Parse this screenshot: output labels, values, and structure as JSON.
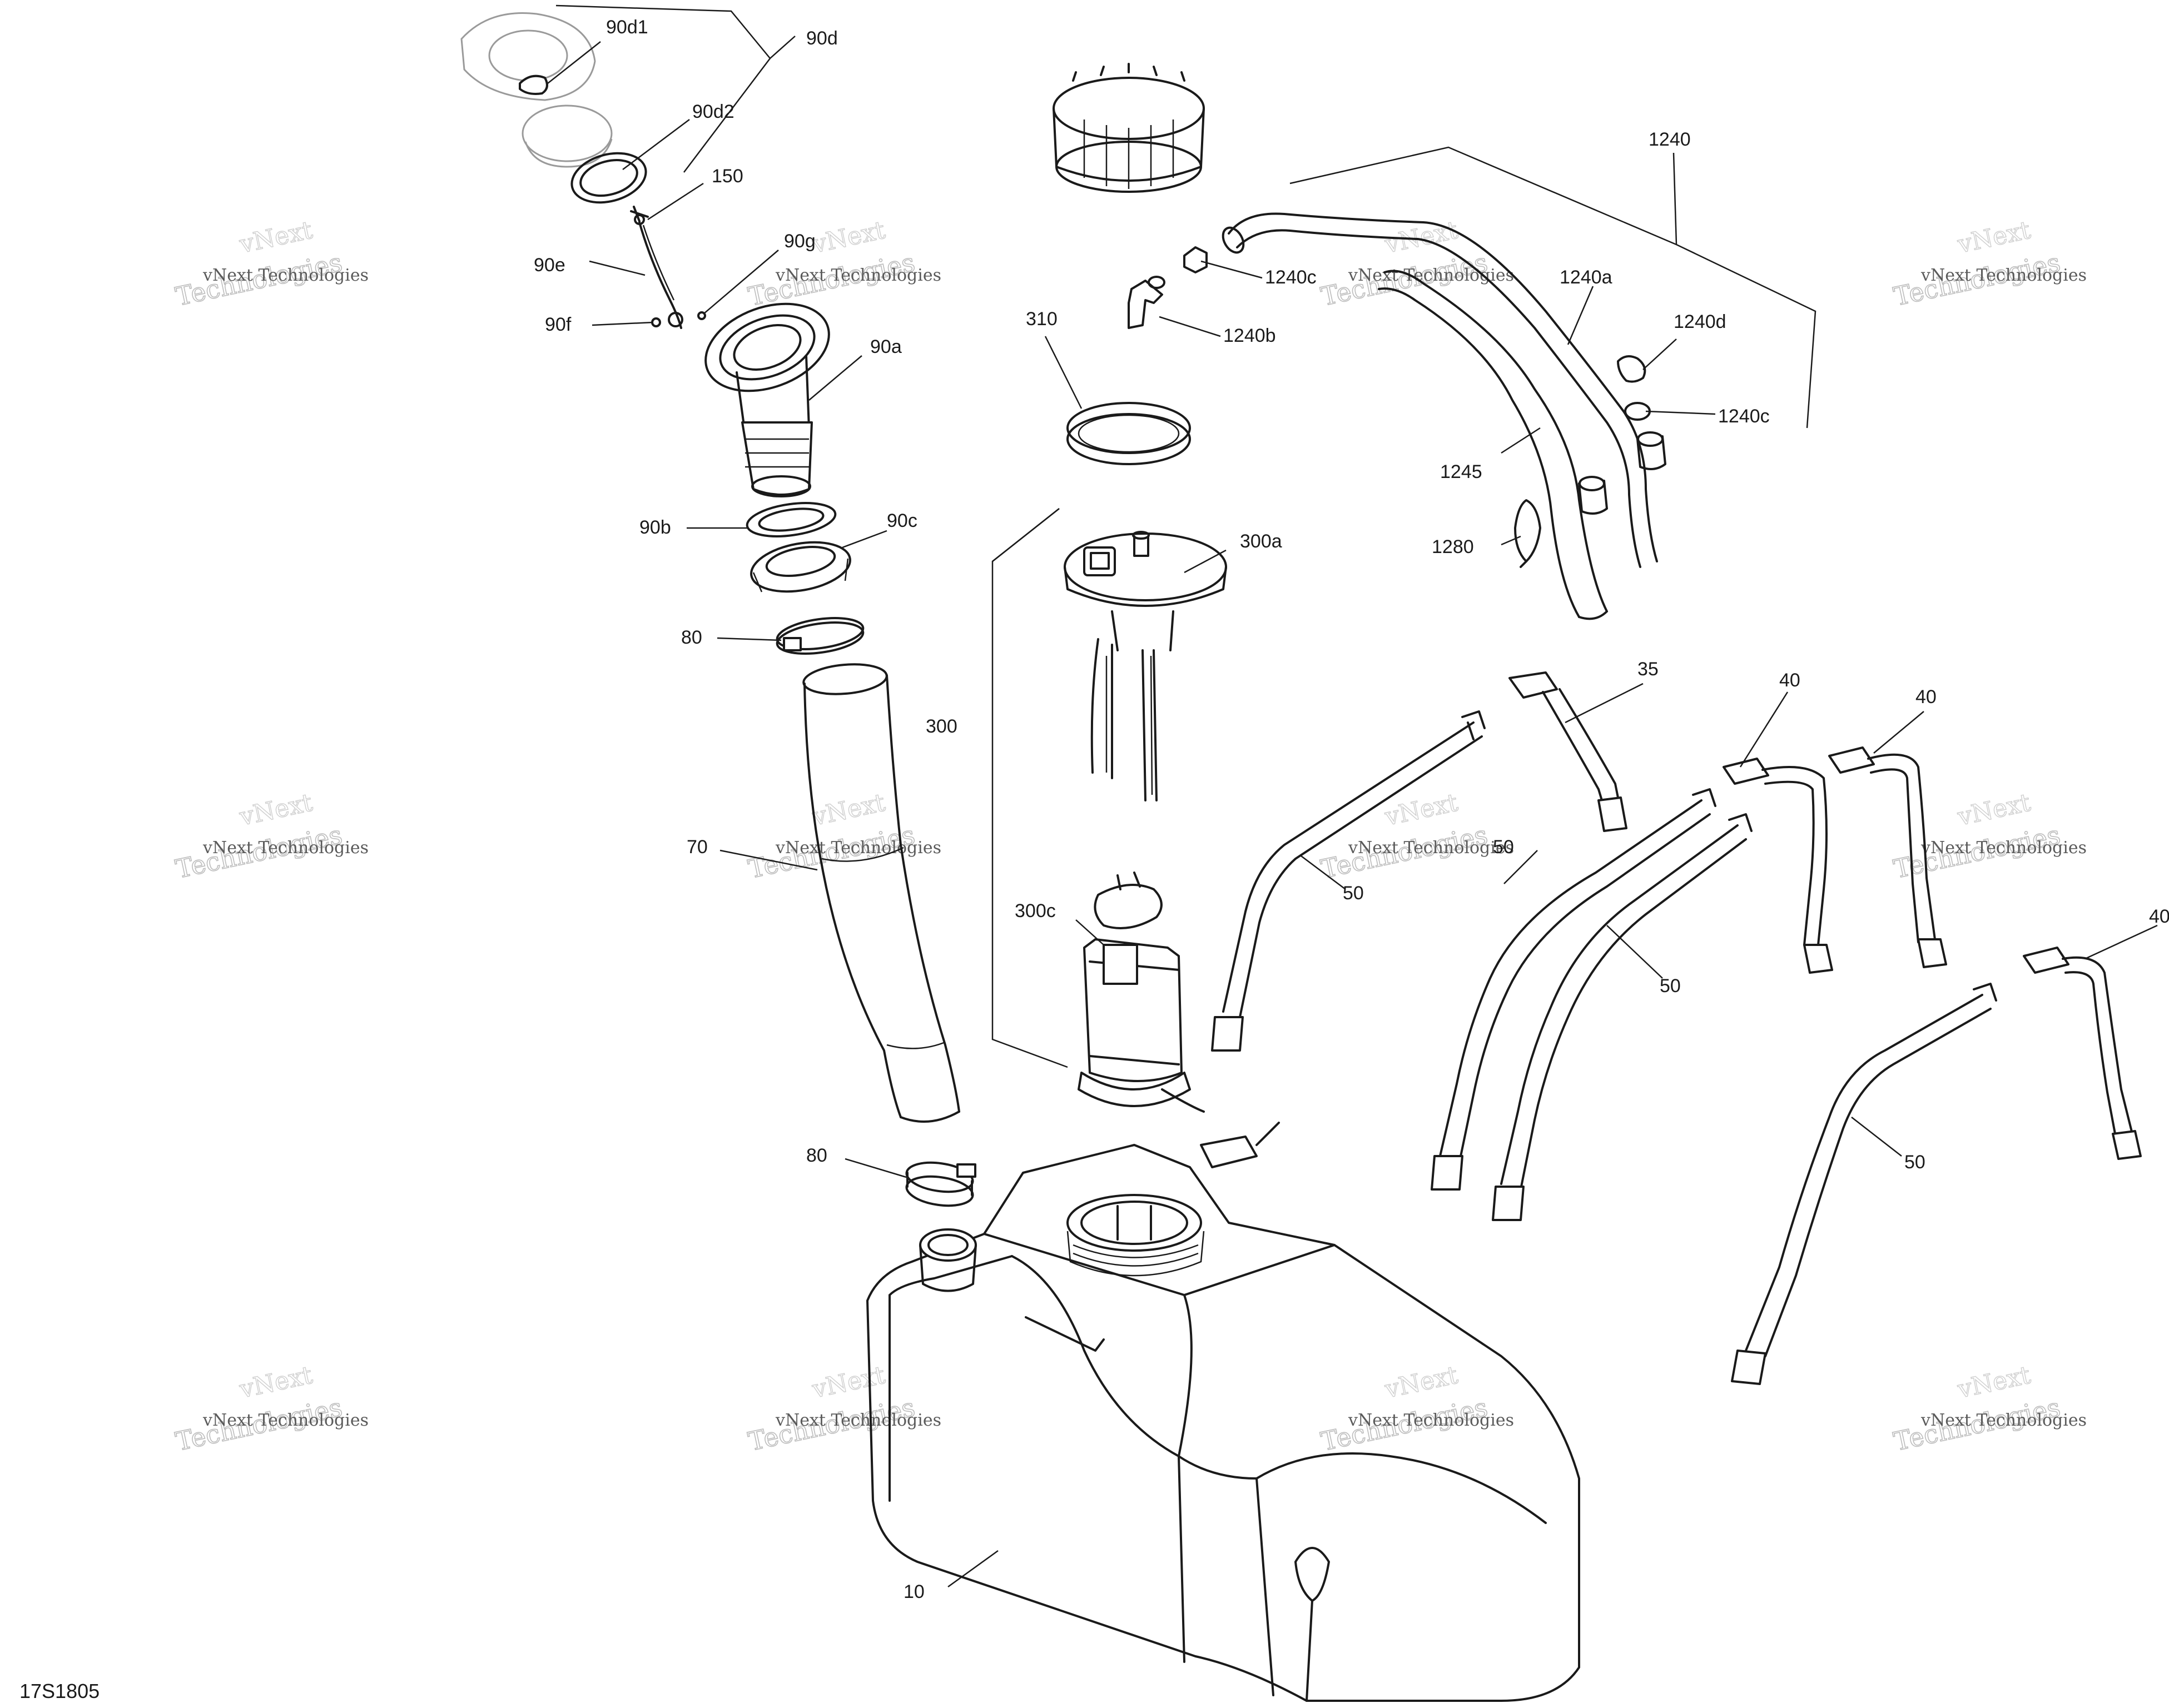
{
  "figure_code": "17S1805",
  "watermark": {
    "line1": "vNext Technologies",
    "line2": "Technologies",
    "line3": "vNext"
  },
  "callouts": [
    {
      "id": "90d1",
      "label": "90d1"
    },
    {
      "id": "90d",
      "label": "90d"
    },
    {
      "id": "90d2",
      "label": "90d2"
    },
    {
      "id": "150",
      "label": "150"
    },
    {
      "id": "90g",
      "label": "90g"
    },
    {
      "id": "90e",
      "label": "90e"
    },
    {
      "id": "90f",
      "label": "90f"
    },
    {
      "id": "90a",
      "label": "90a"
    },
    {
      "id": "90b",
      "label": "90b"
    },
    {
      "id": "90c",
      "label": "90c"
    },
    {
      "id": "80-top",
      "label": "80"
    },
    {
      "id": "70",
      "label": "70"
    },
    {
      "id": "80-bottom",
      "label": "80"
    },
    {
      "id": "310",
      "label": "310"
    },
    {
      "id": "300a",
      "label": "300a"
    },
    {
      "id": "300",
      "label": "300"
    },
    {
      "id": "300c",
      "label": "300c"
    },
    {
      "id": "10",
      "label": "10"
    },
    {
      "id": "1240",
      "label": "1240"
    },
    {
      "id": "1240c-top",
      "label": "1240c"
    },
    {
      "id": "1240b",
      "label": "1240b"
    },
    {
      "id": "1240a",
      "label": "1240a"
    },
    {
      "id": "1240d",
      "label": "1240d"
    },
    {
      "id": "1240c-right",
      "label": "1240c"
    },
    {
      "id": "1245",
      "label": "1245"
    },
    {
      "id": "1280",
      "label": "1280"
    },
    {
      "id": "35",
      "label": "35"
    },
    {
      "id": "40-a",
      "label": "40"
    },
    {
      "id": "40-b",
      "label": "40"
    },
    {
      "id": "40-c",
      "label": "40"
    },
    {
      "id": "50-a",
      "label": "50"
    },
    {
      "id": "50-b",
      "label": "50"
    },
    {
      "id": "50-c",
      "label": "50"
    },
    {
      "id": "50-d",
      "label": "50"
    }
  ]
}
